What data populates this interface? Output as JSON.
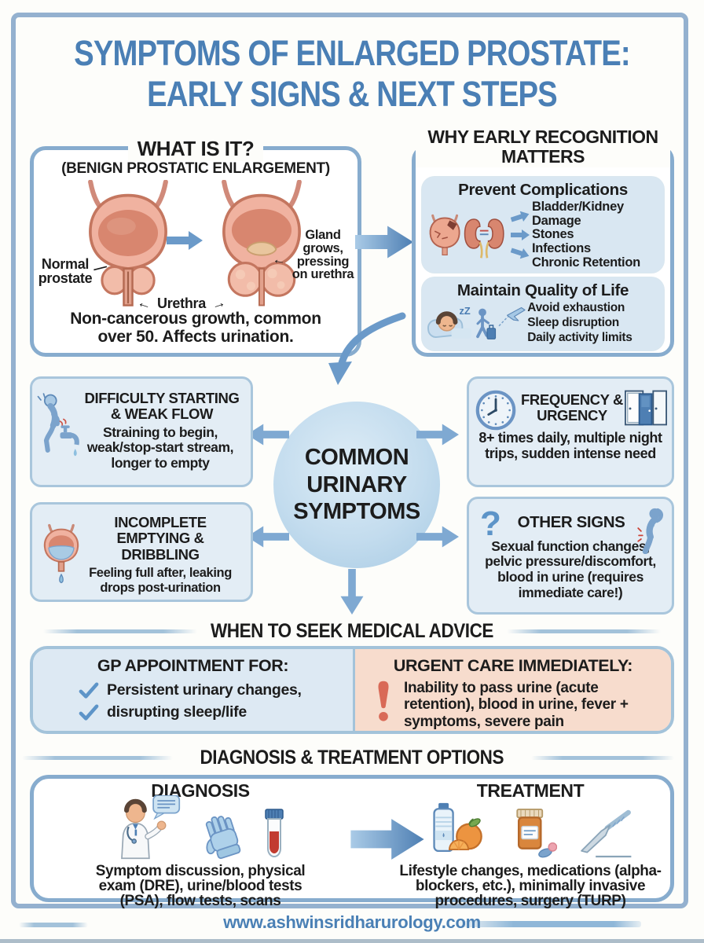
{
  "title": {
    "line1": "SYMPTOMS OF ENLARGED PROSTATE:",
    "line2": "EARLY SIGNS & NEXT STEPS"
  },
  "what_is_it": {
    "heading": "WHAT IS IT?",
    "subheading": "(BENIGN PROSTATIC ENLARGEMENT)",
    "labels": {
      "normal": "Normal prostate",
      "urethra": "Urethra",
      "gland": "Gland grows, pressing on urethra"
    },
    "caption": "Non-cancerous growth, common over 50. Affects urination."
  },
  "why_matters": {
    "heading": "WHY EARLY RECOGNITION MATTERS",
    "prevent": {
      "title": "Prevent Complications",
      "items": [
        "Bladder/Kidney Damage",
        "Stones",
        "Infections",
        "Chronic Retention"
      ]
    },
    "quality": {
      "title": "Maintain Quality of Life",
      "zz": "zZ",
      "items": [
        "Avoid exhaustion",
        "Sleep disruption",
        "Daily activity limits"
      ]
    }
  },
  "symptoms": {
    "center_label": "COMMON URINARY SYMPTOMS",
    "boxes": [
      {
        "title": "DIFFICULTY STARTING & WEAK FLOW",
        "text": "Straining to begin, weak/stop-start stream, longer to empty"
      },
      {
        "title": "FREQUENCY & URGENCY",
        "text": "8+ times daily, multiple night trips, sudden intense need"
      },
      {
        "title": "INCOMPLETE EMPTYING & DRIBBLING",
        "text": "Feeling full after, leaking drops post-urination"
      },
      {
        "title": "OTHER SIGNS",
        "question_mark": "?",
        "text": "Sexual function changes, pelvic pressure/discomfort, blood in urine (requires immediate care!)"
      }
    ]
  },
  "seek_advice": {
    "heading": "WHEN TO SEEK MEDICAL ADVICE",
    "gp": {
      "title": "GP APPOINTMENT FOR:",
      "items": [
        "Persistent urinary changes,",
        "disrupting sleep/life"
      ]
    },
    "urgent": {
      "title": "URGENT CARE IMMEDIATELY:",
      "text": "Inability to pass urine (acute retention), blood in urine, fever + symptoms, severe pain"
    }
  },
  "diagnosis_treatment": {
    "heading": "DIAGNOSIS & TREATMENT OPTIONS",
    "diagnosis": {
      "title": "DIAGNOSIS",
      "text": "Symptom discussion, physical exam (DRE), urine/blood tests (PSA), flow tests, scans"
    },
    "treatment": {
      "title": "TREATMENT",
      "text": "Lifestyle changes, medications (alpha-blockers, etc.), minimally invasive procedures, surgery (TURP)"
    }
  },
  "footer": {
    "url": "www.ashwinsridharurology.com"
  },
  "glyphs": {
    "arrow_left": "←",
    "arrow_right": "→",
    "dash": "—"
  },
  "colors": {
    "accent_blue": "#4a7fb5",
    "border_blue": "#87acce",
    "panel_blue": "#dde9f3",
    "panel_salmon": "#f7dccd",
    "alert_red": "#d96a57",
    "arrow_blue": "#6b9ac9",
    "text_black": "#1c1c1c",
    "organ_pink": "#f0b2a0"
  }
}
